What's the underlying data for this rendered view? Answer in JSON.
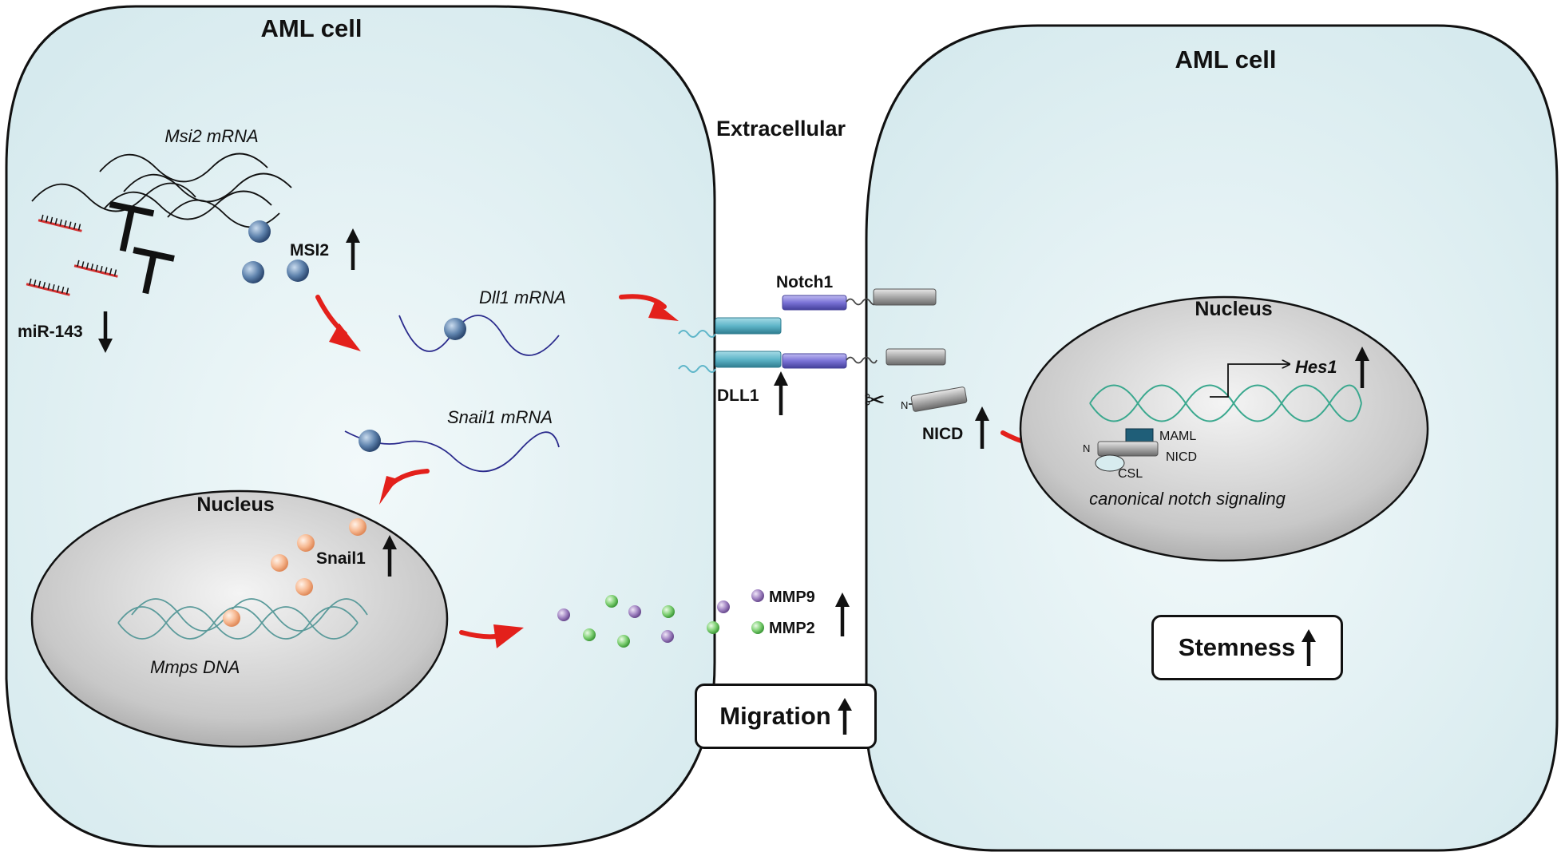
{
  "labels": {
    "cell_left": "AML cell",
    "cell_right": "AML cell",
    "extracellular": "Extracellular",
    "msi2_mrna": "Msi2 mRNA",
    "msi2": "MSI2",
    "mir143": "miR-143",
    "dll1_mrna": "Dll1 mRNA",
    "snail1_mrna": "Snail1 mRNA",
    "nucleus_left": "Nucleus",
    "snail1": "Snail1",
    "mmps_dna": "Mmps DNA",
    "notch1": "Notch1",
    "dll1": "DLL1",
    "nicd_out": "NICD",
    "n_term_1": "N",
    "n_term_2": "N",
    "mmp9": "MMP9",
    "mmp2": "MMP2",
    "migration": "Migration",
    "nucleus_right": "Nucleus",
    "hes1": "Hes1",
    "maml": "MAML",
    "nicd_in": "NICD",
    "csl": "CSL",
    "canonical": "canonical notch signaling",
    "stemness": "Stemness"
  },
  "colors": {
    "cell_fill": "#e3f2f4",
    "nucleus_fill": "#bdbdbd",
    "msi2_protein": "#5a7fa8",
    "snail1_protein": "#f6b48a",
    "mmp9_dot": "#9b7bb7",
    "mmp2_dot": "#7ccb6e",
    "red_arrow": "#e3201b",
    "dna_green": "#3aa88e",
    "mrna_blue": "#2a2a8c",
    "dll1_teal": "#5fb6c9",
    "notch_purple": "#7a72d6",
    "nicd_gray": "#9a9a9a",
    "mir_red": "#d43030"
  }
}
